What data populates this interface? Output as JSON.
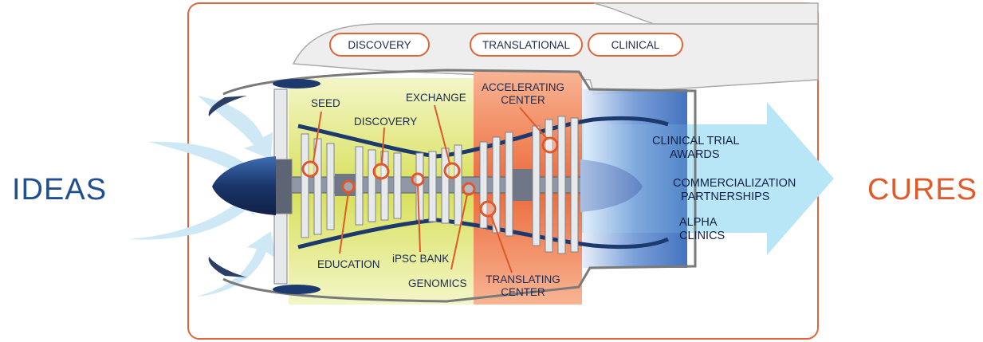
{
  "left_label": "IDEAS",
  "right_label": "CURES",
  "phases": [
    {
      "label": "DISCOVERY"
    },
    {
      "label": "TRANSLATIONAL"
    },
    {
      "label": "CLINICAL"
    }
  ],
  "programs": [
    {
      "label": "SEED"
    },
    {
      "label": "DISCOVERY"
    },
    {
      "label": "EXCHANGE"
    },
    {
      "label": "EDUCATION"
    },
    {
      "label": "iPSC BANK"
    },
    {
      "label": "GENOMICS"
    }
  ],
  "centers": {
    "accelerating": [
      "ACCELERATING",
      "CENTER"
    ],
    "translating": [
      "TRANSLATING",
      "CENTER"
    ]
  },
  "outcomes": [
    [
      "CLINICAL TRIAL",
      "AWARDS"
    ],
    [
      "COMMERCIALIZATION",
      "PARTNERSHIPS"
    ],
    [
      "ALPHA",
      "CLINICS"
    ]
  ],
  "colors": {
    "ideas": "#1f4f8f",
    "cures": "#e05a2a",
    "border": "#e0653a",
    "discovery_zone": "#eef2a8",
    "translational_zone": "#f08a5c",
    "clinical_zone": "#3f74c4",
    "engine_navy": "#1c3a6e",
    "arrow": "#b9e6f6"
  }
}
